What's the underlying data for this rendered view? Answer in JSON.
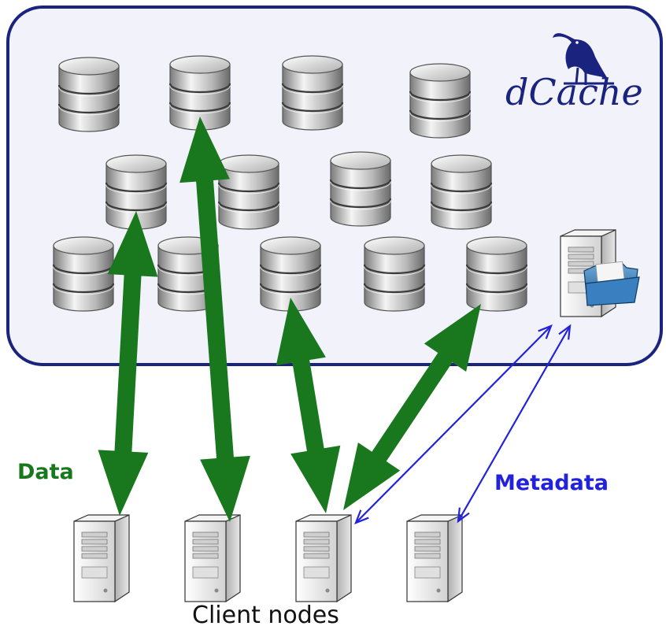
{
  "brand": {
    "name": "dCache",
    "color": "#1a237e"
  },
  "labels": {
    "data": "Data",
    "metadata": "Metadata",
    "clients": "Client nodes"
  },
  "colors": {
    "cluster_border": "#1a237e",
    "cluster_fill": "#f2f2fb",
    "data_arrow": "#19781e",
    "metadata_arrow": "#2222dd"
  },
  "icons": {
    "storage_pool": "database-cylinder-icon",
    "client": "server-tower-icon",
    "metadata_server": "server-with-folder-icon",
    "logo": "raven-bird-icon"
  },
  "counts": {
    "storage_pools": 13,
    "client_nodes": 4
  }
}
